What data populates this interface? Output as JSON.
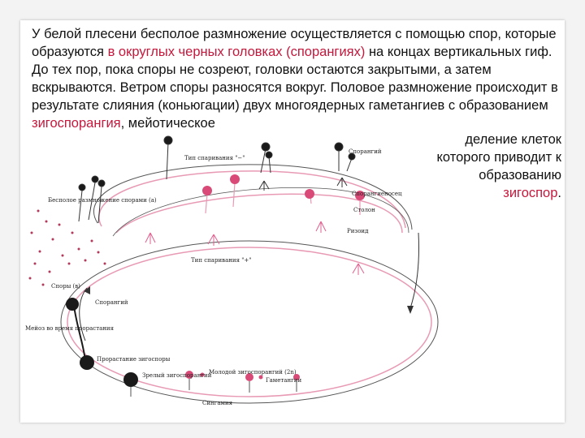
{
  "text": {
    "p1_a": "У белой плесени бесполое размножение осуществляется с помощью спор, которые образуются ",
    "p1_hl1": "в округлых черных головках (спорангиях)",
    "p1_b": " на концах вертикальных гиф. До тех пор, пока споры не созреют, головки остаются закрытыми, а затем вскрываются. Ветром споры разносятся вокруг. Половое размножение происходит в результате слияния (коньюгации) двух многоядерных гаметангиев с образованием ",
    "p1_hl2": "зигоспорангия",
    "p1_c": ", мейотическое",
    "p2_a": "деление клеток которого приводит к образованию ",
    "p2_hl": "зигоспор",
    "p2_b": "."
  },
  "diagram_labels": {
    "mating_type_plus": "Тип спаривания \"+\"",
    "mating_type_minus": "Тип спаривания \"−\"",
    "sporangium_top": "Спорангий",
    "sporangiophore": "Спорангиеносец",
    "stolon": "Столон",
    "rhizoid": "Ризоид",
    "asexual": "Бесполое размножение спорами (а)",
    "spores": "Споры (в)",
    "sporangium_left": "Спорангий",
    "meiosis": "Мейоз во время прорастания",
    "germination": "Прорастание зигоспоры",
    "mature_zygospore": "Зрелый зигоспорангий",
    "young_zygosporangium": "Молодой зигоспорангий (2n)",
    "gametangia": "Гаметангии",
    "syngamy": "Сингамия"
  },
  "colors": {
    "highlight": "#c4183c",
    "sporangium_black": "#1a1a1a",
    "sporangium_pink": "#d94a78",
    "hypha_pink": "#e89ab4",
    "outline": "#444444"
  }
}
